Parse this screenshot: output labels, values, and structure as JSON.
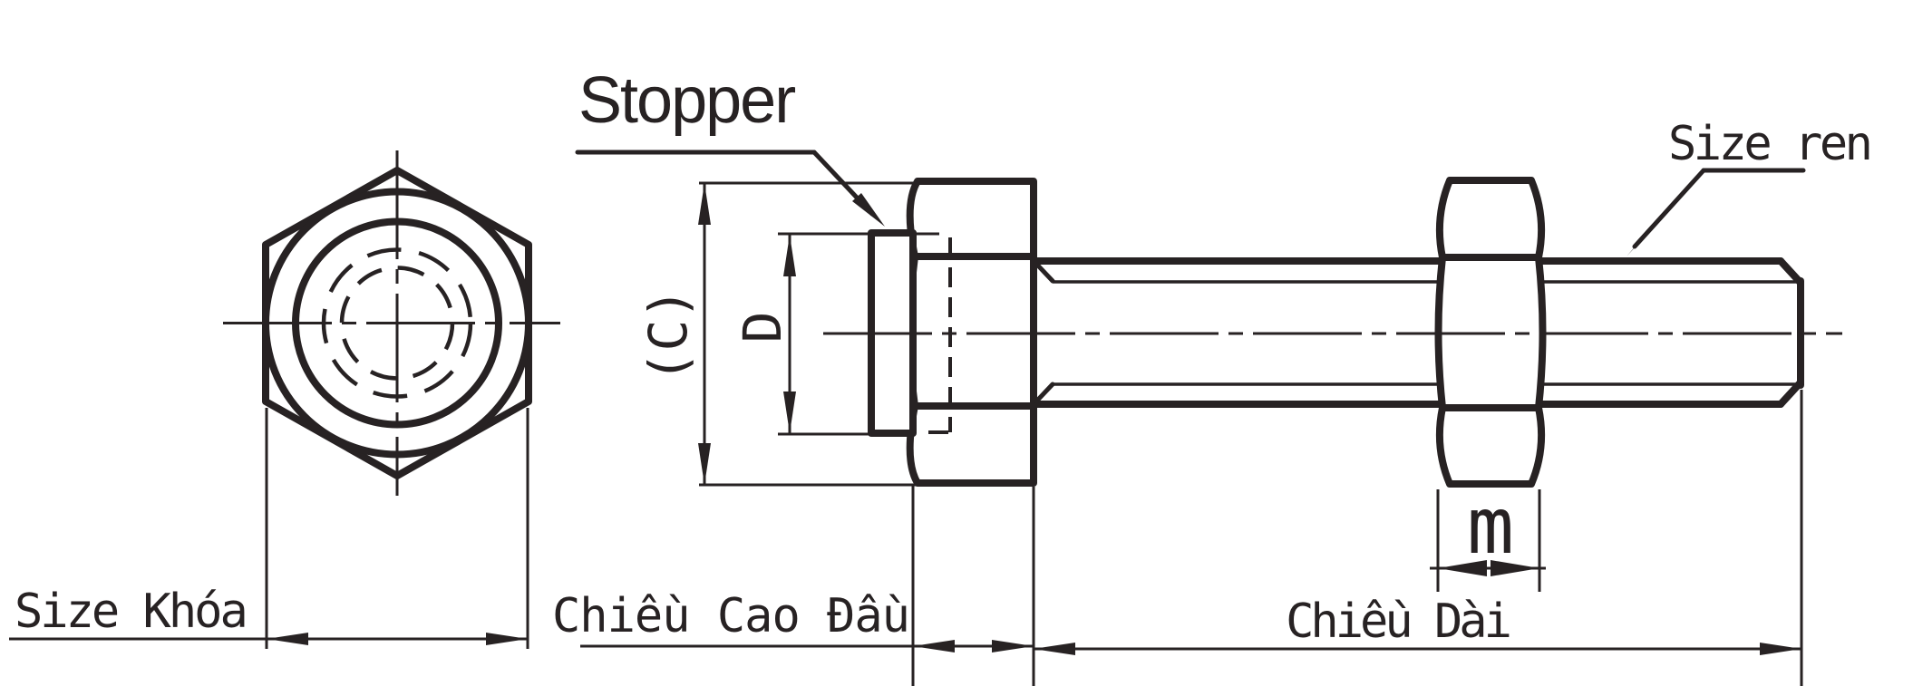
{
  "drawing": {
    "title": "Stopper bolt technical drawing",
    "labels": {
      "stopper": "Stopper",
      "size_ren": "Size ren",
      "size_khoa": "Size Khóa",
      "chieu_cao_dau": "Chiều Cao Đầu",
      "chieu_dai": "Chiều Dài",
      "dim_c": "(C)",
      "dim_d": "D",
      "dim_m": "m"
    },
    "colors": {
      "line": "#272223",
      "background": "#ffffff"
    }
  }
}
